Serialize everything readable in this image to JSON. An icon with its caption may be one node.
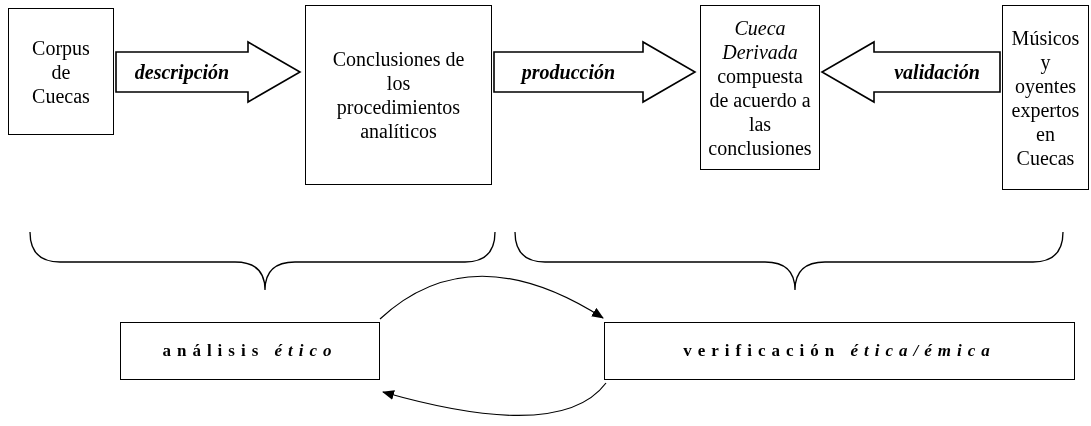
{
  "diagram": {
    "nodes": [
      {
        "text": [
          "Corpus de Cuecas"
        ]
      },
      {
        "text": [
          "Conclusiones de los procedimientos analíticos"
        ]
      },
      {
        "text": [
          "*Cueca Derivada* compuesta de acuerdo a las conclusiones"
        ]
      },
      {
        "text": [
          "Músicos y oyentes expertos en Cuecas"
        ]
      },
      {
        "text": [
          "análisis *ético*"
        ]
      },
      {
        "text": [
          "verificación *ética/émica*"
        ]
      }
    ],
    "edges": [
      {
        "from": 0,
        "to": 1,
        "arrow": "to",
        "label": "descripción",
        "style": "thick"
      },
      {
        "from": 1,
        "to": 2,
        "arrow": "to",
        "label": "producción",
        "style": "thick"
      },
      {
        "from": 3,
        "to": 2,
        "arrow": "to",
        "label": "validación",
        "style": "thick"
      },
      {
        "from": 4,
        "to": 5,
        "arrow": "to"
      },
      {
        "from": 5,
        "to": 4,
        "arrow": "to"
      }
    ]
  }
}
